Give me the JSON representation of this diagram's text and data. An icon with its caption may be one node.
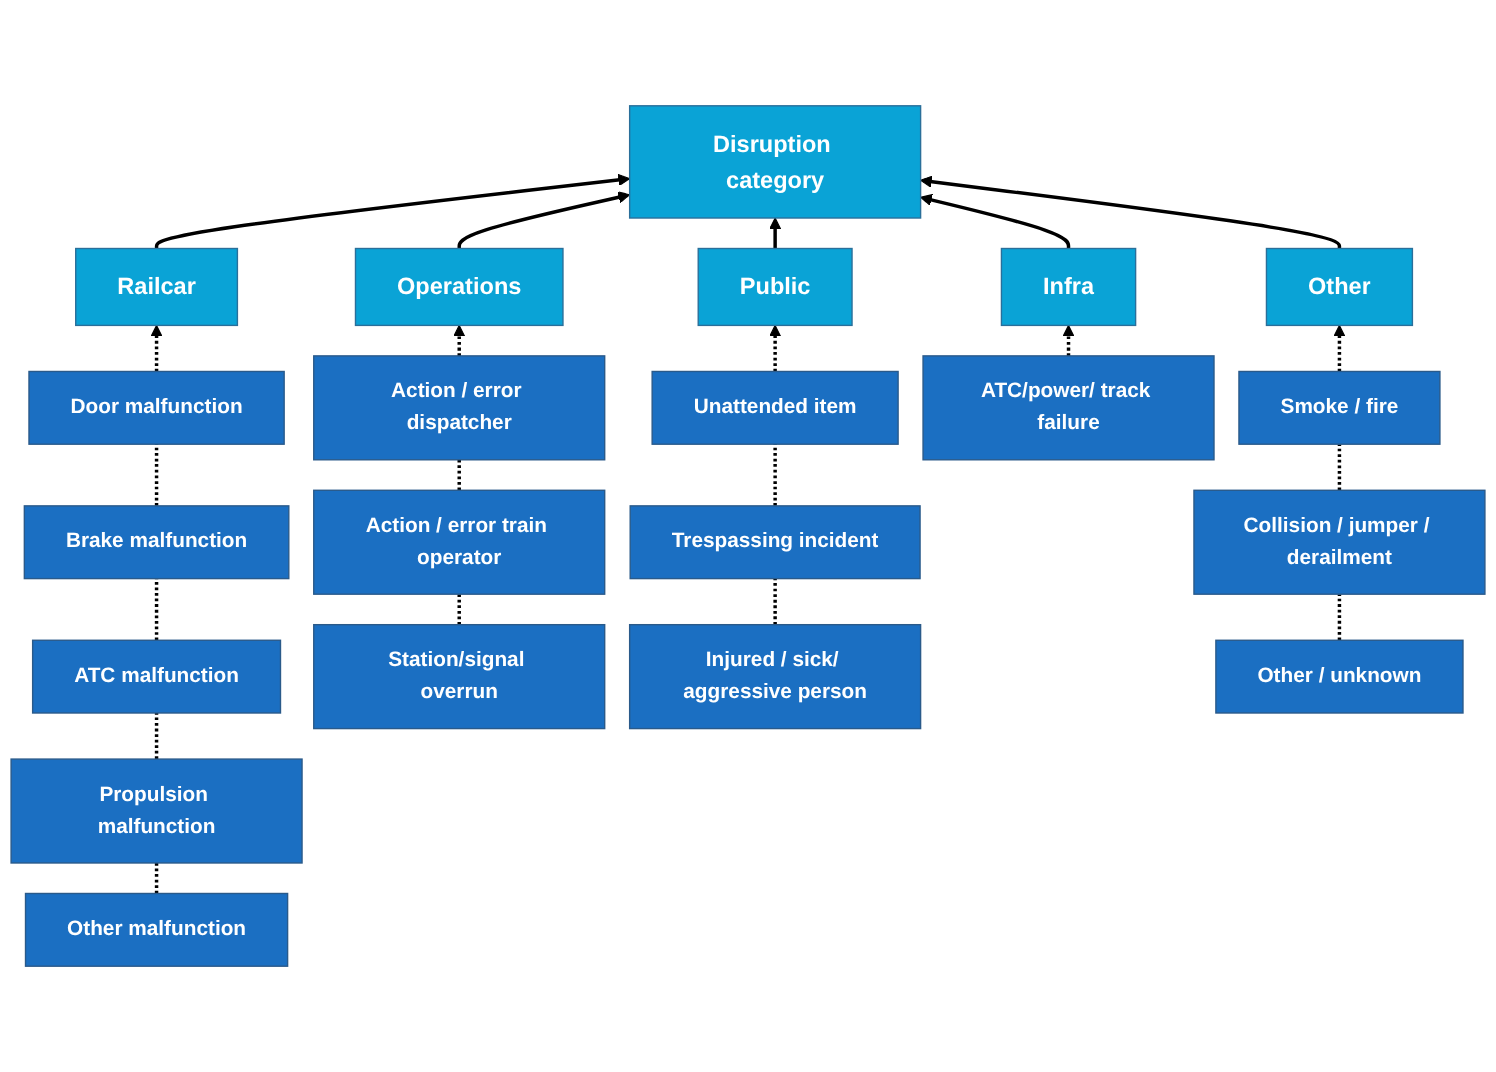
{
  "diagram": {
    "nodes": [
      {
        "text": [
          "Disruption category"
        ]
      },
      {
        "text": [
          "Railcar"
        ]
      },
      {
        "text": [
          "Operations"
        ]
      },
      {
        "text": [
          "Public"
        ]
      },
      {
        "text": [
          "Infra"
        ]
      },
      {
        "text": [
          "Other"
        ]
      },
      {
        "text": [
          "Door malfunction"
        ]
      },
      {
        "text": [
          "Brake malfunction"
        ]
      },
      {
        "text": [
          "ATC malfunction"
        ]
      },
      {
        "text": [
          "Propulsion malfunction"
        ]
      },
      {
        "text": [
          "Other malfunction"
        ]
      },
      {
        "text": [
          "Action / error dispatcher"
        ]
      },
      {
        "text": [
          "Action / error train operator"
        ]
      },
      {
        "text": [
          "Station/signal overrun"
        ]
      },
      {
        "text": [
          "Unattended item"
        ]
      },
      {
        "text": [
          "Trespassing incident"
        ]
      },
      {
        "text": [
          "Injured / sick/ aggressive person"
        ]
      },
      {
        "text": [
          "ATC/power/ track failure"
        ]
      },
      {
        "text": [
          "Smoke / fire"
        ]
      },
      {
        "text": [
          "Collision / jumper / derailment"
        ]
      },
      {
        "text": [
          "Other / unknown"
        ]
      }
    ],
    "edges": [
      {
        "from": 1,
        "to": 0,
        "arrow": "to"
      },
      {
        "from": 2,
        "to": 0,
        "arrow": "to"
      },
      {
        "from": 3,
        "to": 0,
        "arrow": "to"
      },
      {
        "from": 4,
        "to": 0,
        "arrow": "to"
      },
      {
        "from": 5,
        "to": 0,
        "arrow": "to"
      },
      {
        "from": 6,
        "to": 1,
        "arrow": "to",
        "style": "dashed"
      },
      {
        "from": 7,
        "to": 6,
        "arrow": "none",
        "style": "dashed"
      },
      {
        "from": 8,
        "to": 7,
        "arrow": "none",
        "style": "dashed"
      },
      {
        "from": 9,
        "to": 8,
        "arrow": "none",
        "style": "dashed"
      },
      {
        "from": 10,
        "to": 9,
        "arrow": "none",
        "style": "dashed"
      },
      {
        "from": 11,
        "to": 2,
        "arrow": "to",
        "style": "dashed"
      },
      {
        "from": 12,
        "to": 11,
        "arrow": "none",
        "style": "dashed"
      },
      {
        "from": 13,
        "to": 12,
        "arrow": "none",
        "style": "dashed"
      },
      {
        "from": 14,
        "to": 3,
        "arrow": "to",
        "style": "dashed"
      },
      {
        "from": 15,
        "to": 14,
        "arrow": "none",
        "style": "dashed"
      },
      {
        "from": 16,
        "to": 15,
        "arrow": "none",
        "style": "dashed"
      },
      {
        "from": 17,
        "to": 4,
        "arrow": "to",
        "style": "dashed"
      },
      {
        "from": 18,
        "to": 5,
        "arrow": "to",
        "style": "dashed"
      },
      {
        "from": 19,
        "to": 18,
        "arrow": "none",
        "style": "dashed"
      },
      {
        "from": 20,
        "to": 19,
        "arrow": "none",
        "style": "dashed"
      }
    ]
  }
}
